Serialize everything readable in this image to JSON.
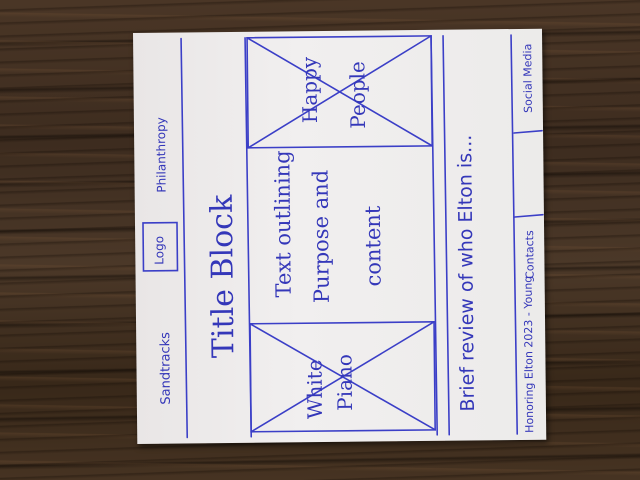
{
  "nav": {
    "left_link": "Sandtracks",
    "logo": "Logo",
    "right_link": "Philanthropy"
  },
  "title_block": "Title Block",
  "image_left": {
    "label_line1": "White",
    "label_line2": "Piano"
  },
  "content": {
    "line1": "Text outlining",
    "line2": "Purpose and",
    "line3": "content"
  },
  "image_right": {
    "label_line1": "Happy",
    "label_line2": "People"
  },
  "review": "Brief review of who Elton is...",
  "footer": {
    "credit": "Honoring Elton 2023 - Young",
    "contacts": "Contacts",
    "social": "Social Media"
  },
  "ink_color": "#3b3fc7"
}
